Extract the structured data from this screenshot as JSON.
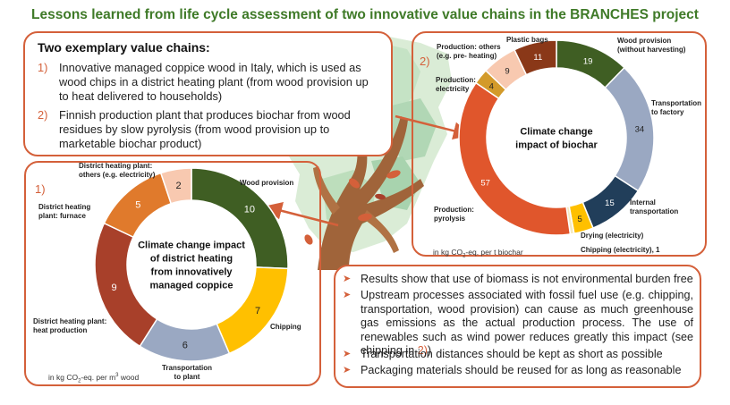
{
  "title": "Lessons learned from life cycle assessment of two innovative value chains in the BRANCHES project",
  "value_chains": {
    "heading": "Two exemplary value chains:",
    "items": [
      {
        "num": "1)",
        "text": "Innovative managed coppice wood in Italy, which is used as wood chips in a district heating plant (from wood provision up to heat delivered to households)"
      },
      {
        "num": "2)",
        "text": "Finnish production plant that produces biochar from wood residues by slow pyrolysis (from wood provision up to marketable biochar product)"
      }
    ]
  },
  "results": {
    "items": [
      "Results show that use of biomass is not environmental burden free",
      "Upstream processes associated with fossil fuel use (e.g. chipping, transportation, wood provision) can cause as much greenhouse gas emissions as the actual production process. The use of renewables such as wind power reduces greatly this impact (see chipping in ",
      "Transportation distances should be kept as short as possible",
      "Packaging materials should be reused for as long as reasonable"
    ],
    "ref_highlight": "2)",
    "ref_suffix": ")"
  },
  "chart_data": [
    {
      "type": "pie",
      "label": "1)",
      "center_title": [
        "Climate change impact",
        "of district heating",
        "from innovatively",
        "managed coppice"
      ],
      "unit_text": "in kg CO",
      "unit_sub": "2",
      "unit_mid": "-eq. per m",
      "unit_sup": "3",
      "unit_end": " wood",
      "slices": [
        {
          "name": [
            "Wood provision"
          ],
          "value": 10,
          "color": "#3f5e23"
        },
        {
          "name": [
            "Chipping"
          ],
          "value": 7,
          "color": "#ffc000"
        },
        {
          "name": [
            "Transportation",
            "to plant"
          ],
          "value": 6,
          "color": "#9aa8c2"
        },
        {
          "name": [
            "District heating plant:",
            "heat production"
          ],
          "value": 9,
          "color": "#a8402a"
        },
        {
          "name": [
            "District heating",
            "plant: furnace"
          ],
          "value": 5,
          "color": "#e07a2c"
        },
        {
          "name": [
            "District heating plant:",
            "others (e.g. electricity)"
          ],
          "value": 2,
          "color": "#f8c9b0"
        }
      ]
    },
    {
      "type": "pie",
      "label": "2)",
      "center_title": [
        "Climate change",
        "impact of biochar"
      ],
      "unit_text": "in kg CO",
      "unit_sub": "2",
      "unit_mid": "-eq. per t biochar",
      "unit_sup": "",
      "unit_end": "",
      "slices": [
        {
          "name": [
            "Wood provision",
            "(without harvesting)"
          ],
          "value": 19,
          "color": "#3f5e23"
        },
        {
          "name": [
            "Transportation",
            "to factory"
          ],
          "value": 34,
          "color": "#9aa8c2"
        },
        {
          "name": [
            "Internal",
            "transportation"
          ],
          "value": 15,
          "color": "#213e5a"
        },
        {
          "name": [
            "Drying (electricity)"
          ],
          "value": 5,
          "color": "#ffc000"
        },
        {
          "name": [
            "Chipping (electricity), 1"
          ],
          "value": 1,
          "color": "#f5e9c0"
        },
        {
          "name": [
            "Production:",
            "pyrolysis"
          ],
          "value": 57,
          "color": "#e0562c"
        },
        {
          "name": [
            "Production:",
            "electricity"
          ],
          "value": 4,
          "color": "#d39a2a"
        },
        {
          "name": [
            "Production: others",
            "(e.g. pre- heating)"
          ],
          "value": 9,
          "color": "#f8c9b0"
        },
        {
          "name": [
            "Plastic bags"
          ],
          "value": 11,
          "color": "#8a3818"
        }
      ]
    }
  ]
}
